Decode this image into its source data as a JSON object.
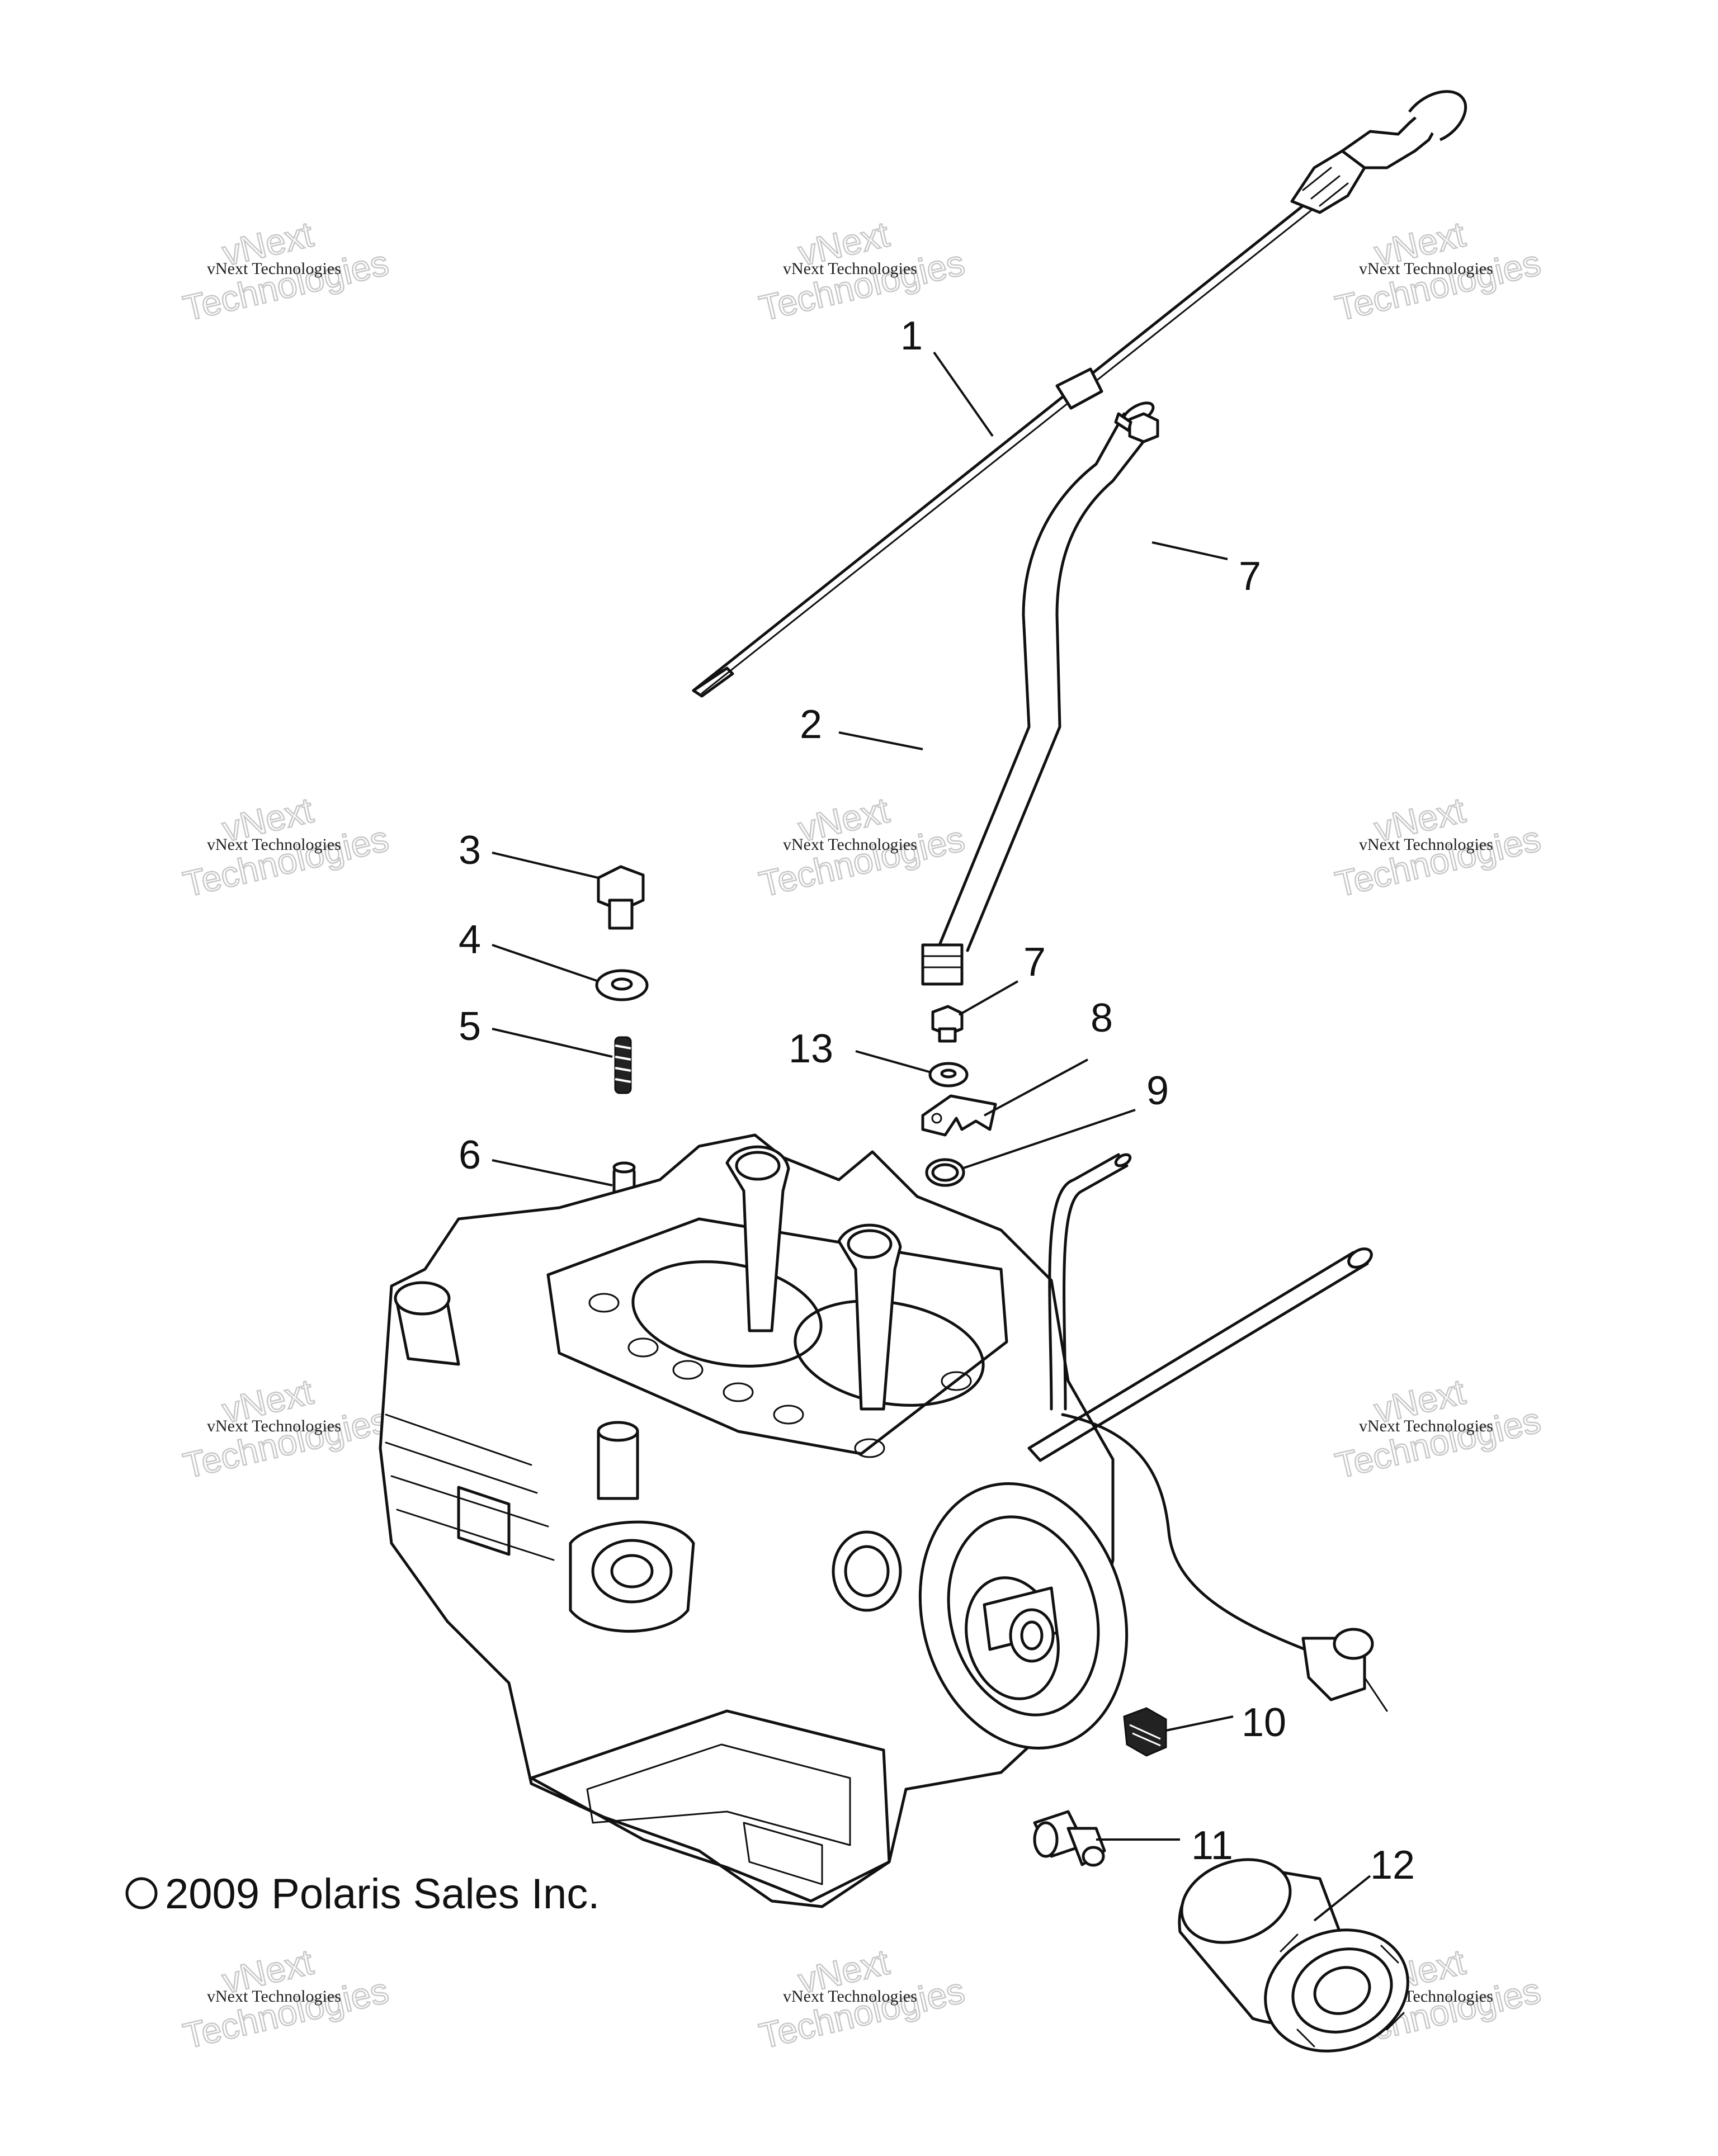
{
  "copyright": "c 2009 Polaris Sales Inc.",
  "callouts": [
    "1",
    "2",
    "3",
    "4",
    "5",
    "6",
    "7",
    "7",
    "8",
    "9",
    "10",
    "11",
    "12",
    "13"
  ],
  "watermark": {
    "line1": "vNext Technologies",
    "line2": "vNext",
    "line3": "Technologies"
  }
}
